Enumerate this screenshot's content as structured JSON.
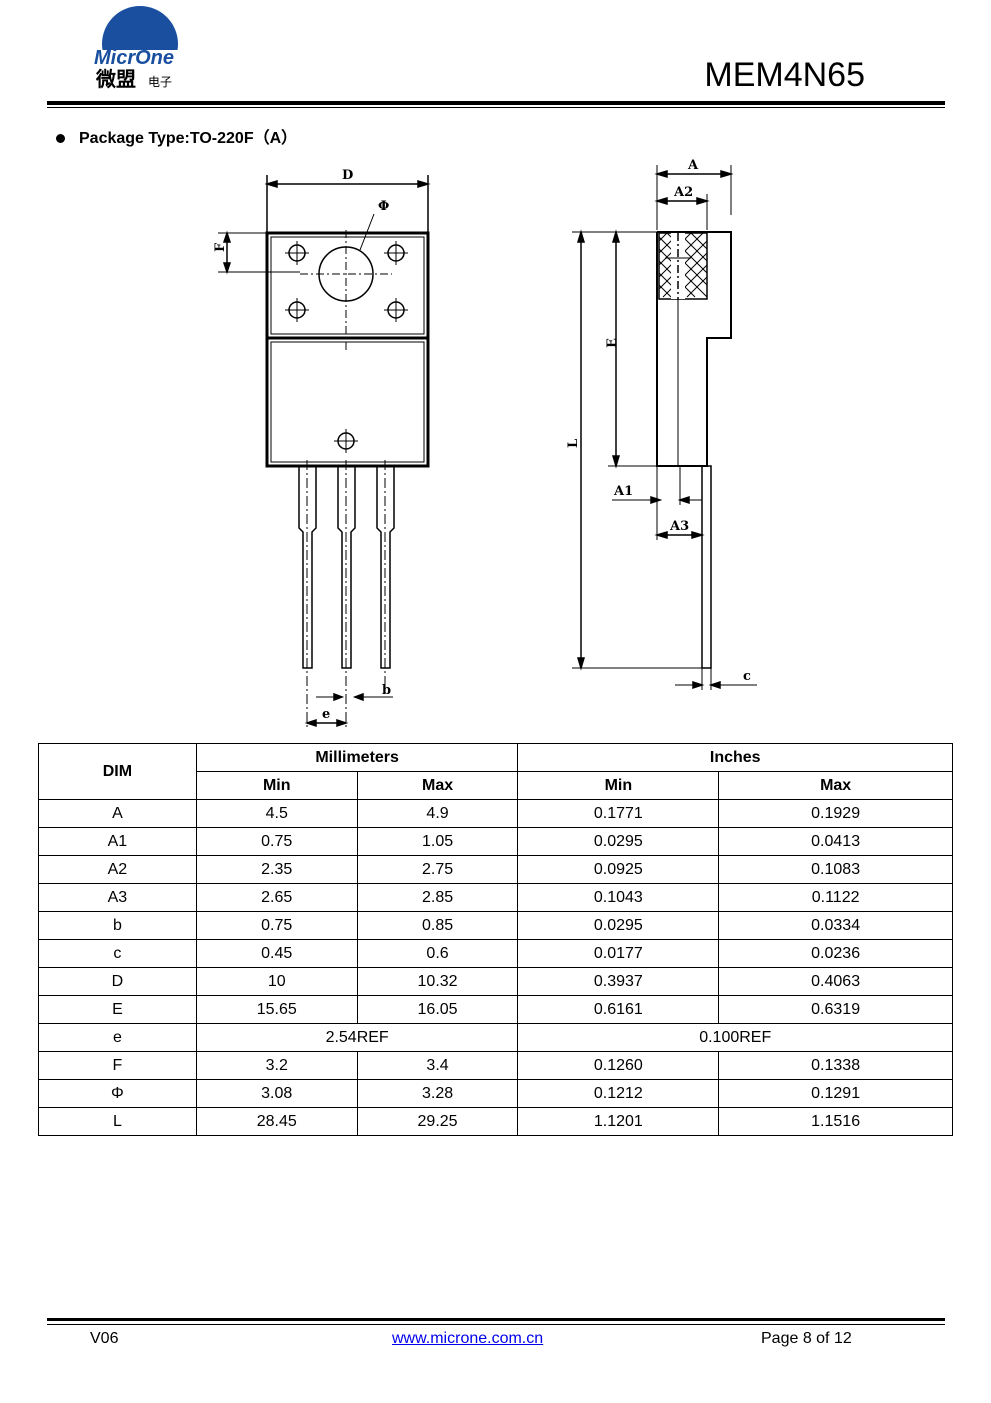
{
  "header": {
    "logo_text_en": "MicrOne",
    "logo_text_cn": "微盟",
    "logo_text_cn_small": "电子",
    "part_number": "MEM4N65"
  },
  "section": {
    "bullet_label": "Package Type:TO-220F（A）"
  },
  "drawing_labels": {
    "D": "D",
    "phi": "Φ",
    "F": "F",
    "b": "b",
    "e": "e",
    "A": "A",
    "A2": "A2",
    "E": "E",
    "L": "L",
    "A1": "A1",
    "A3": "A3",
    "c": "c"
  },
  "table": {
    "dim_header": "DIM",
    "mm_header": "Millimeters",
    "in_header": "Inches",
    "min_label": "Min",
    "max_label": "Max",
    "rows": [
      {
        "dim": "A",
        "mm_min": "4.5",
        "mm_max": "4.9",
        "in_min": "0.1771",
        "in_max": "0.1929"
      },
      {
        "dim": "A1",
        "mm_min": "0.75",
        "mm_max": "1.05",
        "in_min": "0.0295",
        "in_max": "0.0413"
      },
      {
        "dim": "A2",
        "mm_min": "2.35",
        "mm_max": "2.75",
        "in_min": "0.0925",
        "in_max": "0.1083"
      },
      {
        "dim": "A3",
        "mm_min": "2.65",
        "mm_max": "2.85",
        "in_min": "0.1043",
        "in_max": "0.1122"
      },
      {
        "dim": "b",
        "mm_min": "0.75",
        "mm_max": "0.85",
        "in_min": "0.0295",
        "in_max": "0.0334"
      },
      {
        "dim": "c",
        "mm_min": "0.45",
        "mm_max": "0.6",
        "in_min": "0.0177",
        "in_max": "0.0236"
      },
      {
        "dim": "D",
        "mm_min": "10",
        "mm_max": "10.32",
        "in_min": "0.3937",
        "in_max": "0.4063"
      },
      {
        "dim": "E",
        "mm_min": "15.65",
        "mm_max": "16.05",
        "in_min": "0.6161",
        "in_max": "0.6319"
      },
      {
        "dim": "e",
        "mm_ref": "2.54REF",
        "in_ref": "0.100REF"
      },
      {
        "dim": "F",
        "mm_min": "3.2",
        "mm_max": "3.4",
        "in_min": "0.1260",
        "in_max": "0.1338"
      },
      {
        "dim": "Φ",
        "mm_min": "3.08",
        "mm_max": "3.28",
        "in_min": "0.1212",
        "in_max": "0.1291"
      },
      {
        "dim": "L",
        "mm_min": "28.45",
        "mm_max": "29.25",
        "in_min": "1.1201",
        "in_max": "1.1516"
      }
    ]
  },
  "footer": {
    "version": "V06",
    "website": "www.microne.com.cn",
    "page": "Page 8 of 12"
  },
  "colors": {
    "logo_blue": "#1a4fa0",
    "link_blue": "#0000ee"
  }
}
